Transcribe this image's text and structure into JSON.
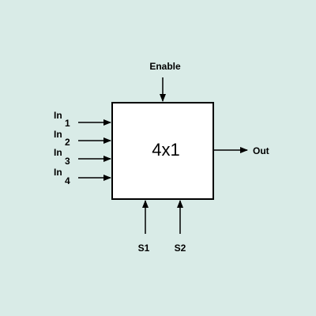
{
  "diagram": {
    "block_label": "4x1",
    "enable_label": "Enable",
    "output_label": "Out",
    "inputs": [
      {
        "prefix": "In",
        "index": "1"
      },
      {
        "prefix": "In",
        "index": "2"
      },
      {
        "prefix": "In",
        "index": "3"
      },
      {
        "prefix": "In",
        "index": "4"
      }
    ],
    "selects": [
      "S1",
      "S2"
    ]
  },
  "colors": {
    "background": "#d9ebe7",
    "block_fill": "#ffffff",
    "line": "#000000"
  }
}
